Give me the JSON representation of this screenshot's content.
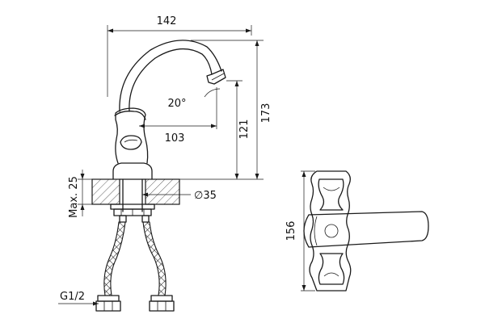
{
  "dimensions": {
    "overall_reach": "142",
    "spout_angle": "20°",
    "spout_reach": "103",
    "spout_height": "121",
    "overall_height": "173",
    "max_deck_thickness": "Max. 25",
    "mounting_hole_diameter": "∅35",
    "connection_thread": "G1/2",
    "handle_length": "156"
  }
}
